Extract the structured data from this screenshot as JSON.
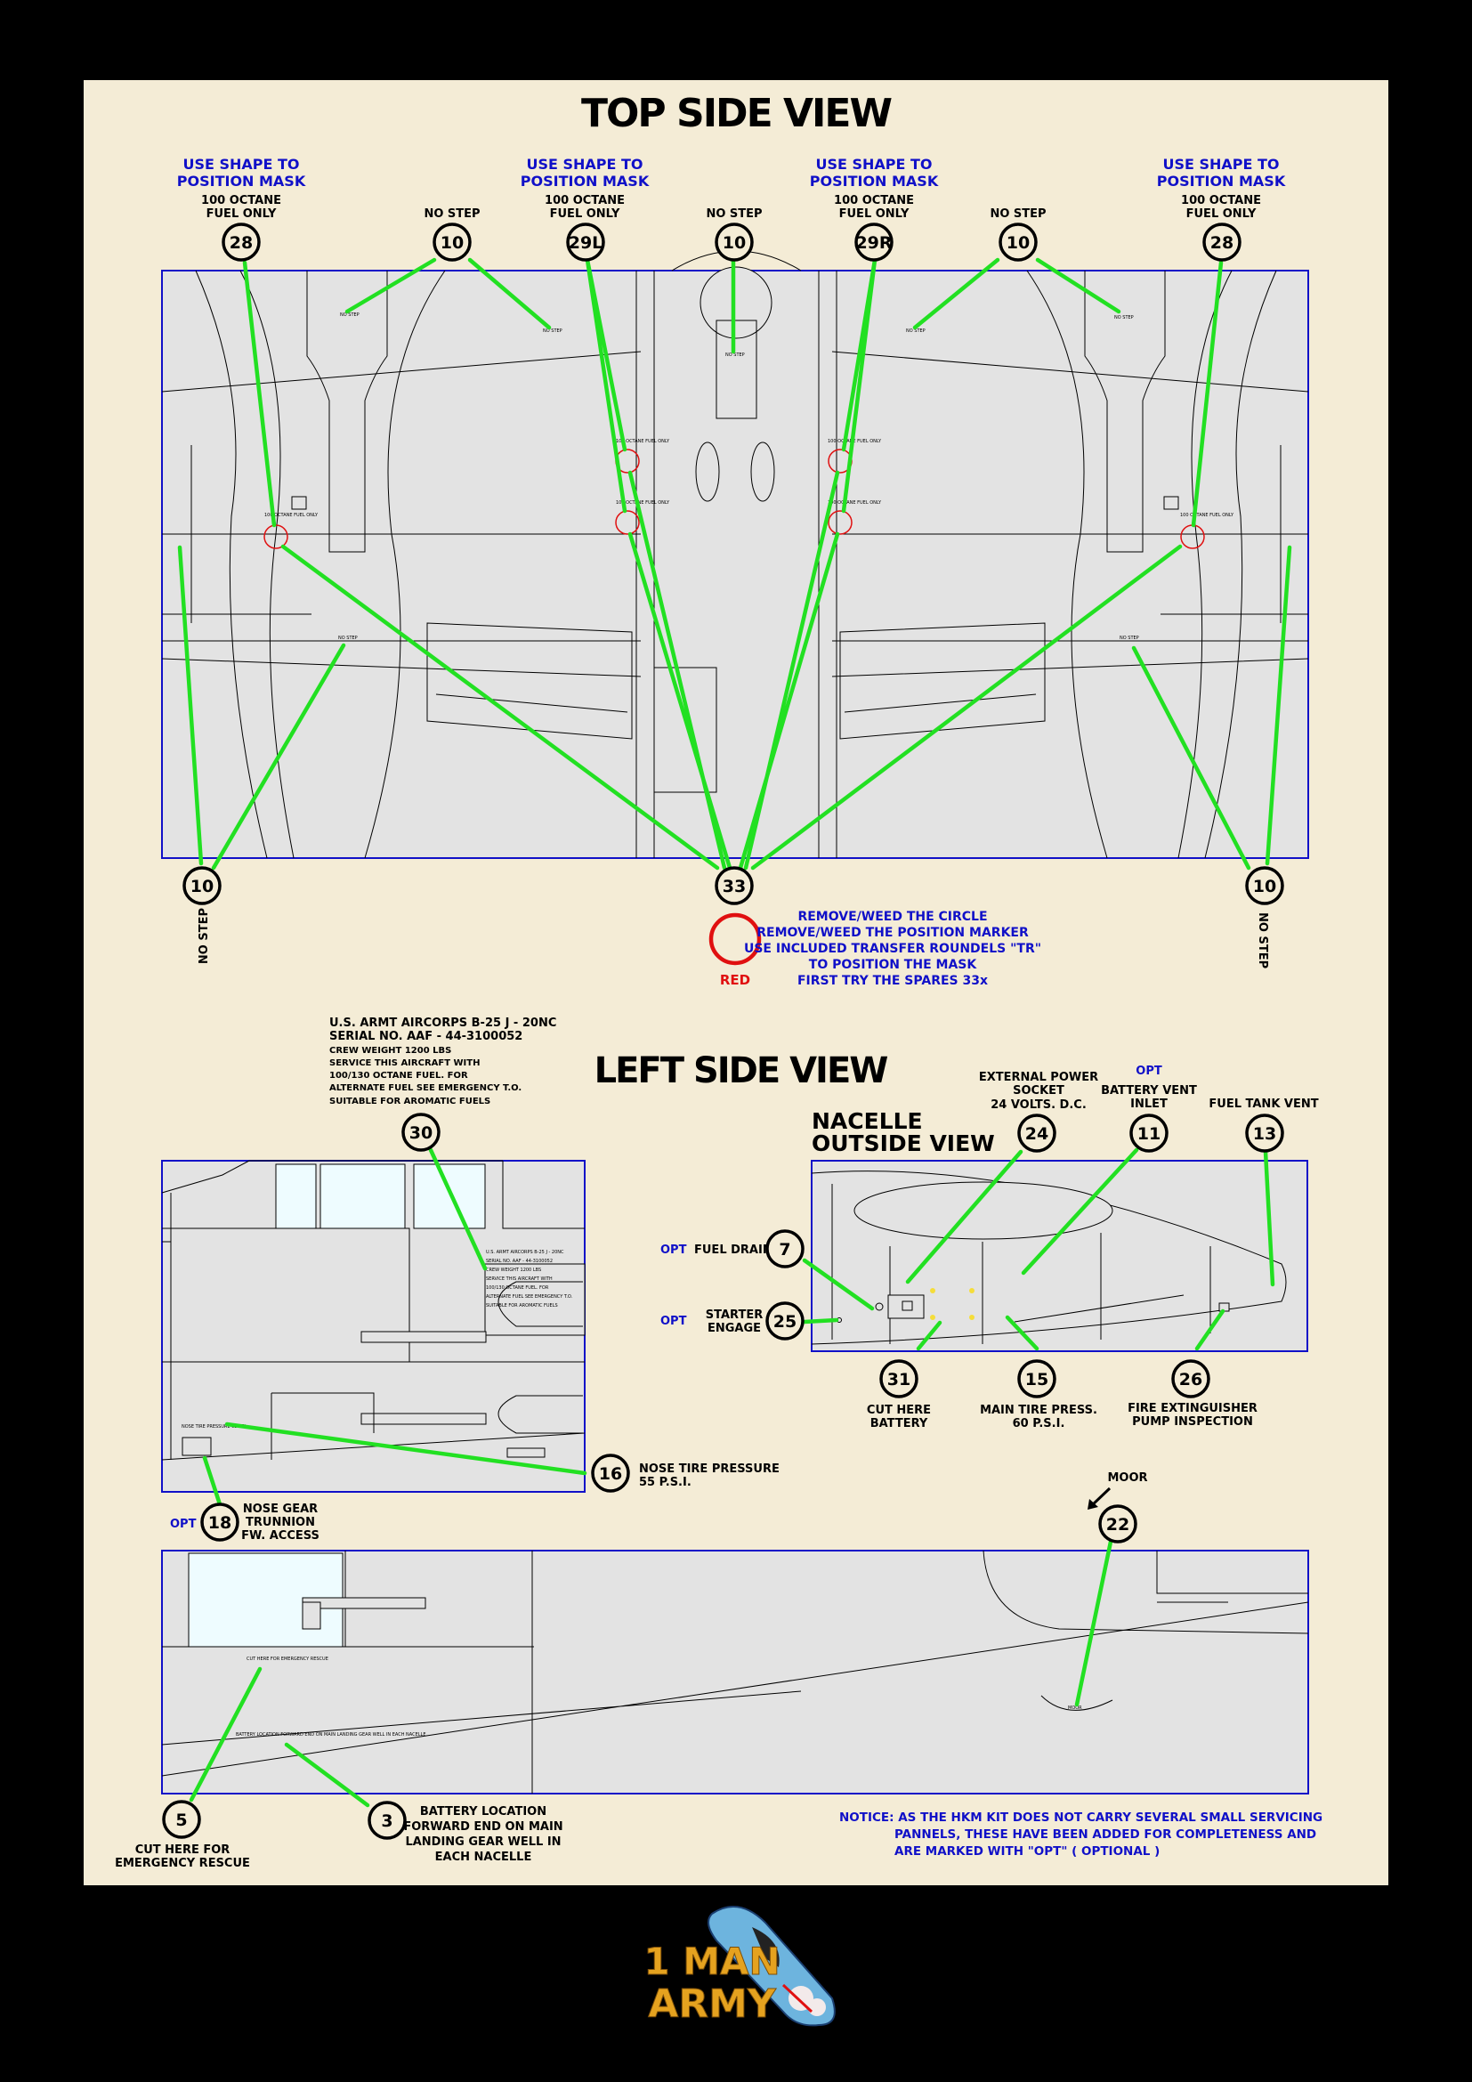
{
  "titles": {
    "top_view": "TOP SIDE VIEW",
    "left_view": "LEFT SIDE VIEW",
    "nacelle": [
      "NACELLE",
      "OUTSIDE VIEW"
    ]
  },
  "top_callouts": {
    "mask_note": [
      "USE SHAPE TO",
      "POSITION MASK"
    ],
    "fuel_note": [
      "100 OCTANE",
      "FUEL ONLY"
    ],
    "no_step": "NO STEP",
    "n28": "28",
    "n10": "10",
    "n29L": "29L",
    "n29R": "29R",
    "n33": "33"
  },
  "remove_note": {
    "lines": [
      "REMOVE/WEED THE CIRCLE",
      "REMOVE/WEED THE POSITION MARKER",
      "USE INCLUDED TRANSFER ROUNDELS \"TR\"",
      "TO POSITION THE MASK",
      "FIRST TRY THE SPARES 33x"
    ],
    "red_label": "RED"
  },
  "stencil_block": {
    "lines": [
      "U.S. ARMT AIRCORPS B-25 J - 20NC",
      "SERIAL NO. AAF - 44-3100052",
      "CREW WEIGHT 1200 LBS",
      "SERVICE THIS AIRCRAFT WITH",
      "100/130 OCTANE FUEL. FOR",
      "ALTERNATE FUEL SEE EMERGENCY T.O.",
      "SUITABLE FOR AROMATIC FUELS"
    ]
  },
  "side_callouts": {
    "n30": "30",
    "n24": "24",
    "ext_power": [
      "EXTERNAL POWER",
      "SOCKET",
      "24 VOLTS. D.C."
    ],
    "n11": "11",
    "opt": "OPT",
    "battery_vent": [
      "BATTERY VENT",
      "INLET"
    ],
    "n13": "13",
    "fuel_tank_vent": "FUEL TANK VENT",
    "n7": "7",
    "fuel_drain": "FUEL DRAIN",
    "n25": "25",
    "starter": [
      "STARTER",
      "ENGAGE"
    ],
    "n31": "31",
    "cut_battery": [
      "CUT HERE",
      "BATTERY"
    ],
    "n15": "15",
    "main_tire": [
      "MAIN TIRE PRESS.",
      "60 P.S.I."
    ],
    "n26": "26",
    "fire_ext": [
      "FIRE EXTINGUISHER",
      "PUMP INSPECTION"
    ],
    "n16": "16",
    "nose_tire": [
      "NOSE TIRE PRESSURE",
      "55 P.S.I."
    ],
    "n18": "18",
    "nose_gear": [
      "NOSE GEAR",
      "TRUNNION",
      "FW. ACCESS"
    ],
    "moor": "MOOR",
    "n22": "22",
    "n5": "5",
    "cut_rescue": [
      "CUT HERE FOR",
      "EMERGENCY RESCUE"
    ],
    "n3": "3",
    "battery_loc": [
      "BATTERY LOCATION",
      "FORWARD END ON MAIN",
      "LANDING GEAR WELL IN",
      "EACH NACELLE"
    ]
  },
  "notice": [
    "NOTICE:  AS THE HKM KIT DOES NOT CARRY SEVERAL SMALL SERVICING",
    "PANNELS, THESE HAVE BEEN ADDED FOR COMPLETENESS AND",
    "ARE MARKED WITH \"OPT\" ( OPTIONAL )"
  ],
  "tiny_stencils": {
    "no_step": "NO STEP",
    "fuel": "100 OCTANE FUEL ONLY",
    "nose_tire": "NOSE TIRE PRESSURE 55 PSI",
    "rescue": "CUT HERE FOR EMERGENCY RESCUE",
    "battery": "BATTERY LOCATION FORWARD END ON MAIN LANDING GEAR WELL IN EACH NACELLE",
    "moor": "MOOR"
  },
  "logo": {
    "line1": "1 MAN",
    "line2": "ARMY"
  },
  "colors": {
    "background": "#000000",
    "sheet": "#f4ecd6",
    "leader": "#22e022",
    "accent_blue": "#1010c8",
    "red": "#e01010",
    "logo_gold": "#e5a21f",
    "logo_blue": "#6db4de"
  }
}
